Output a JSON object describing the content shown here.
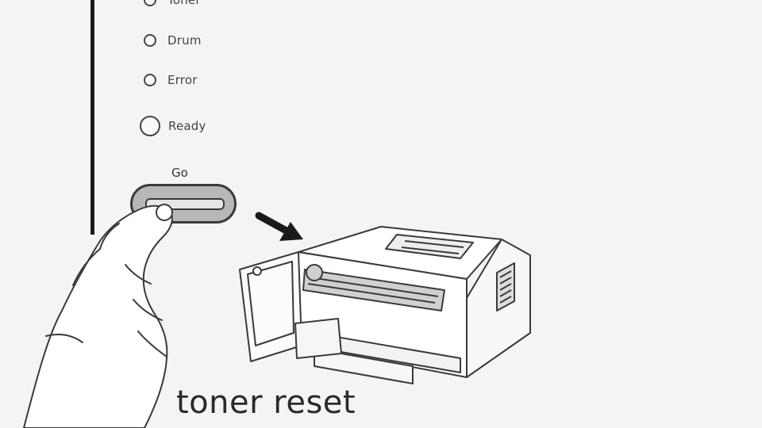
{
  "indicators": {
    "toner_label": "Toner",
    "drum_label": "Drum",
    "error_label": "Error",
    "ready_label": "Ready"
  },
  "go_button": {
    "label": "Go"
  },
  "caption": "toner reset"
}
